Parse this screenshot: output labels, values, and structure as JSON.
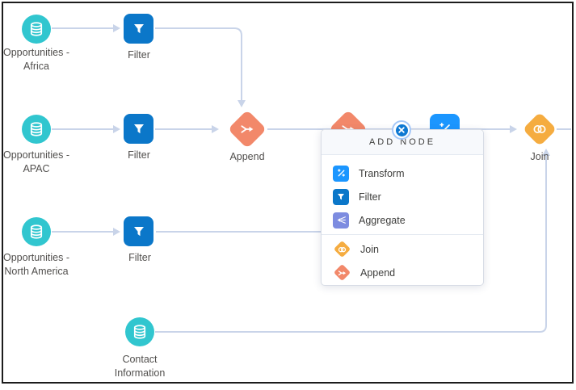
{
  "colors": {
    "teal": "#31c6cf",
    "filter-blue": "#0b77c9",
    "transform-blue": "#1b96ff",
    "aggregate-purple": "#7d8ce0",
    "join-yellow": "#f5ac40",
    "append-coral": "#f2886a",
    "connector": "#c9d4e9",
    "label-text": "#514f4d",
    "menu-text": "#3e3e3c",
    "popup-border": "#d8dde6",
    "close-blue": "#0d78d2",
    "close-ring": "#a5c8f8"
  },
  "nodes": {
    "africa": {
      "label1": "Opportunities -",
      "label2": "Africa"
    },
    "filter1": {
      "label": "Filter"
    },
    "apac": {
      "label1": "Opportunities -",
      "label2": "APAC"
    },
    "filter2": {
      "label": "Filter"
    },
    "append1": {
      "label": "Append"
    },
    "na": {
      "label1": "Opportunities -",
      "label2": "North America"
    },
    "filter3": {
      "label": "Filter"
    },
    "contact": {
      "label1": "Contact",
      "label2": "Information"
    },
    "join": {
      "label": "Join"
    }
  },
  "popup": {
    "title": "ADD NODE",
    "items": [
      {
        "label": "Transform"
      },
      {
        "label": "Filter"
      },
      {
        "label": "Aggregate"
      },
      {
        "label": "Join"
      },
      {
        "label": "Append"
      }
    ]
  }
}
